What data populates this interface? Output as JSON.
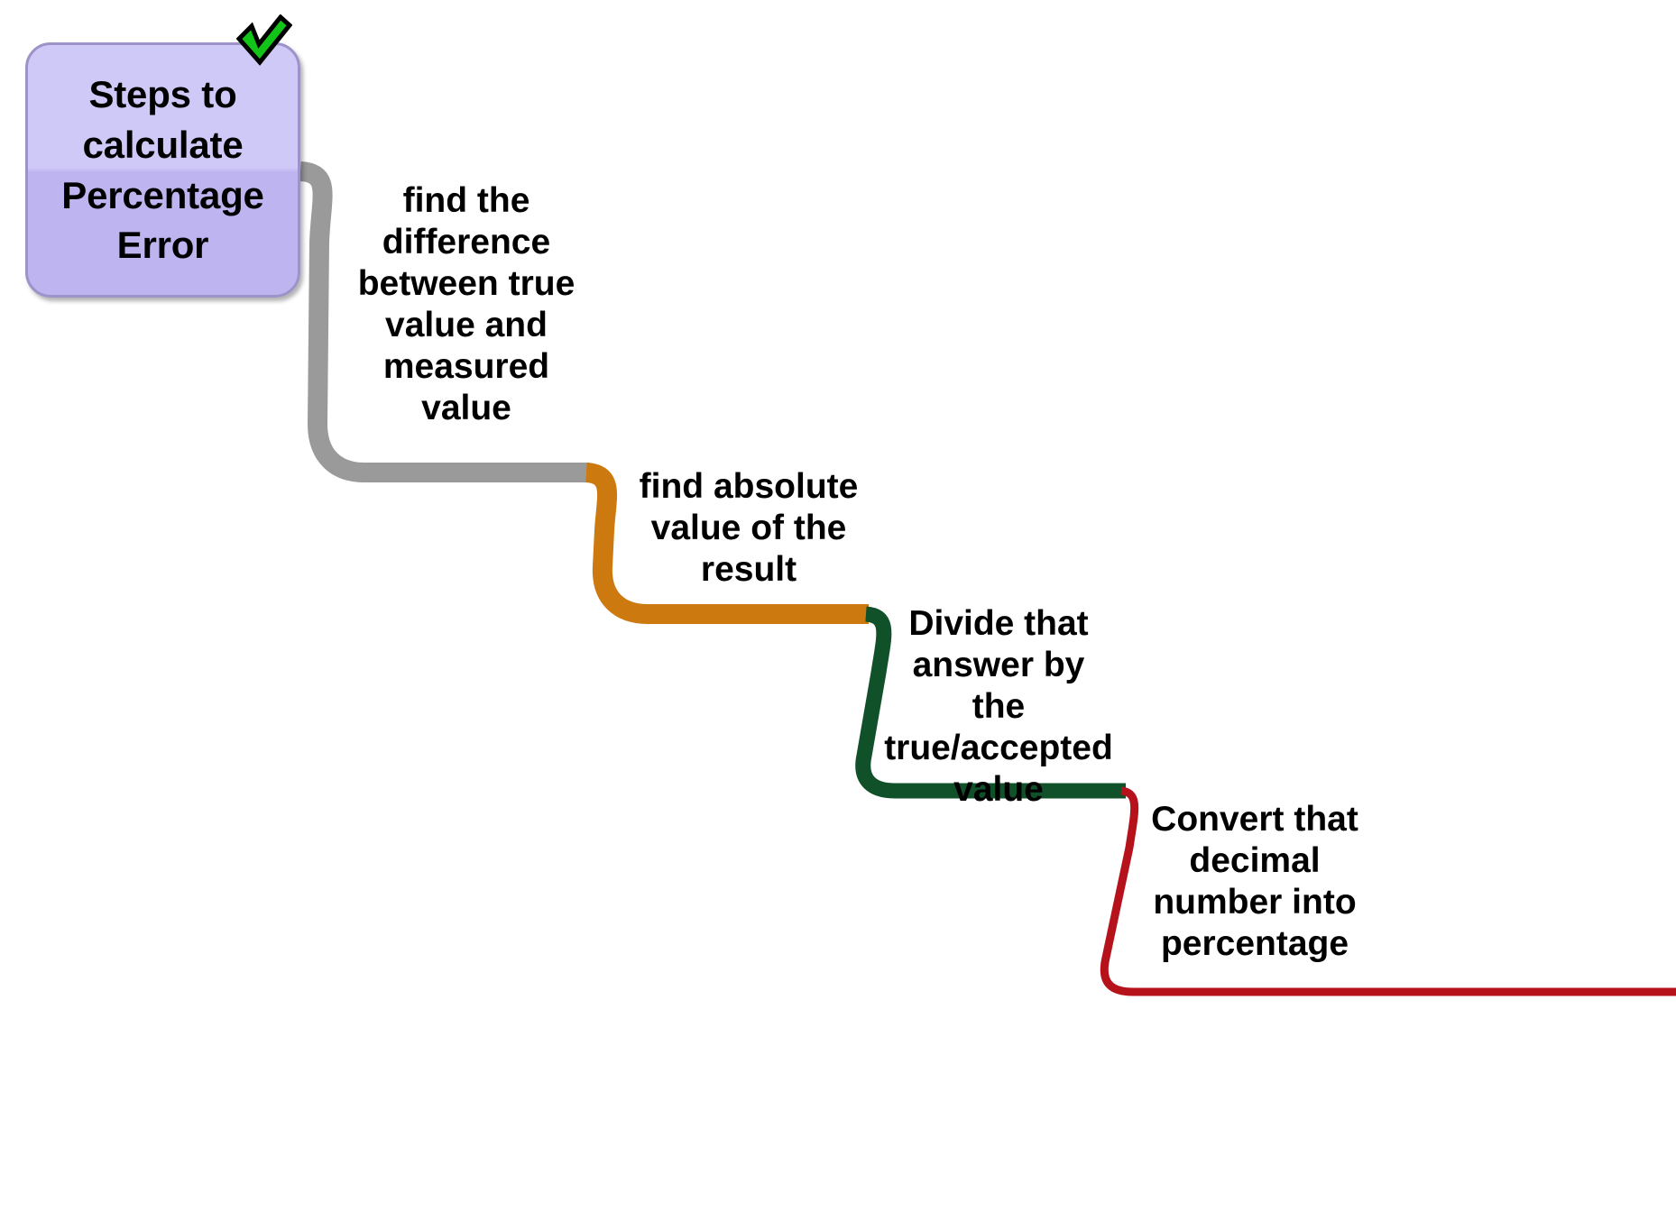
{
  "diagram": {
    "type": "flow-steps",
    "background_color": "#ffffff",
    "root": {
      "title": "Steps to\ncalculate\nPercentage\nError",
      "fill_top_color": "#cfc9f7",
      "fill_bottom_color": "#bdb4f0",
      "border_color": "#9d93c9",
      "badge_icon": "check-mark-icon",
      "badge_color": "#12c418",
      "badge_outline_color": "#000000"
    },
    "steps": [
      {
        "index": 1,
        "text": "find the\ndifference\nbetween true\nvalue and\nmeasured\nvalue",
        "connector_color": "#9a9a9a"
      },
      {
        "index": 2,
        "text": "find absolute\nvalue of the\nresult",
        "connector_color": "#cc7a10"
      },
      {
        "index": 3,
        "text": "Divide that\nanswer by the\ntrue/accepted\nvalue",
        "connector_color": "#10512a"
      },
      {
        "index": 4,
        "text": "Convert that\ndecimal\nnumber into\npercentage",
        "connector_color": "#b5121b"
      }
    ]
  }
}
